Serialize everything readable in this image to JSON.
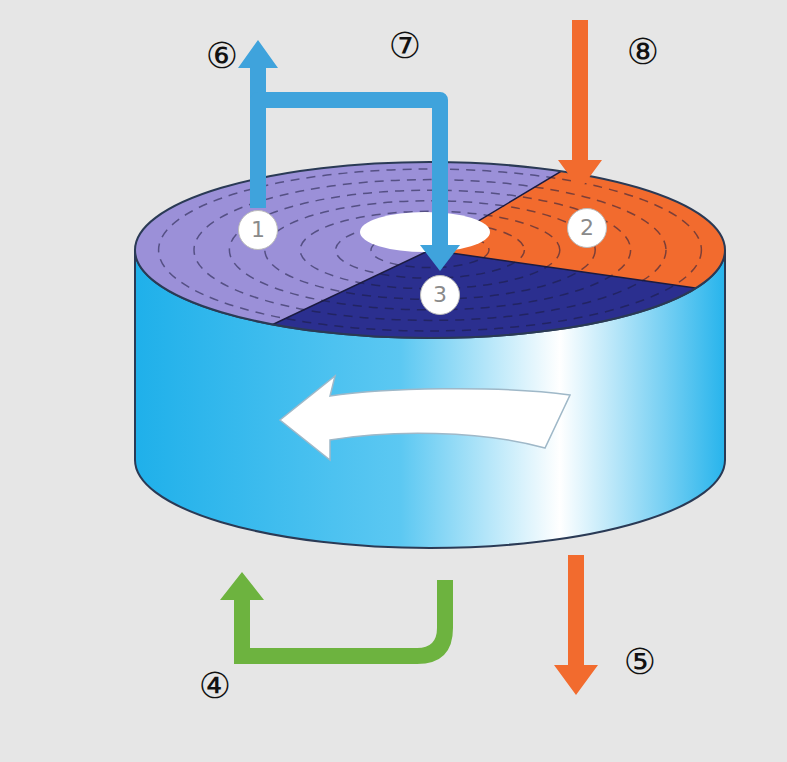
{
  "diagram": {
    "nodes": [
      {
        "text": [
          "1"
        ]
      },
      {
        "text": [
          "2"
        ]
      },
      {
        "text": [
          "3"
        ]
      }
    ],
    "edges": [
      {
        "from": 0,
        "to": 2,
        "arrow": "to"
      }
    ],
    "labels": [
      "⑥",
      "⑦",
      "⑧",
      "④",
      "⑤"
    ]
  }
}
